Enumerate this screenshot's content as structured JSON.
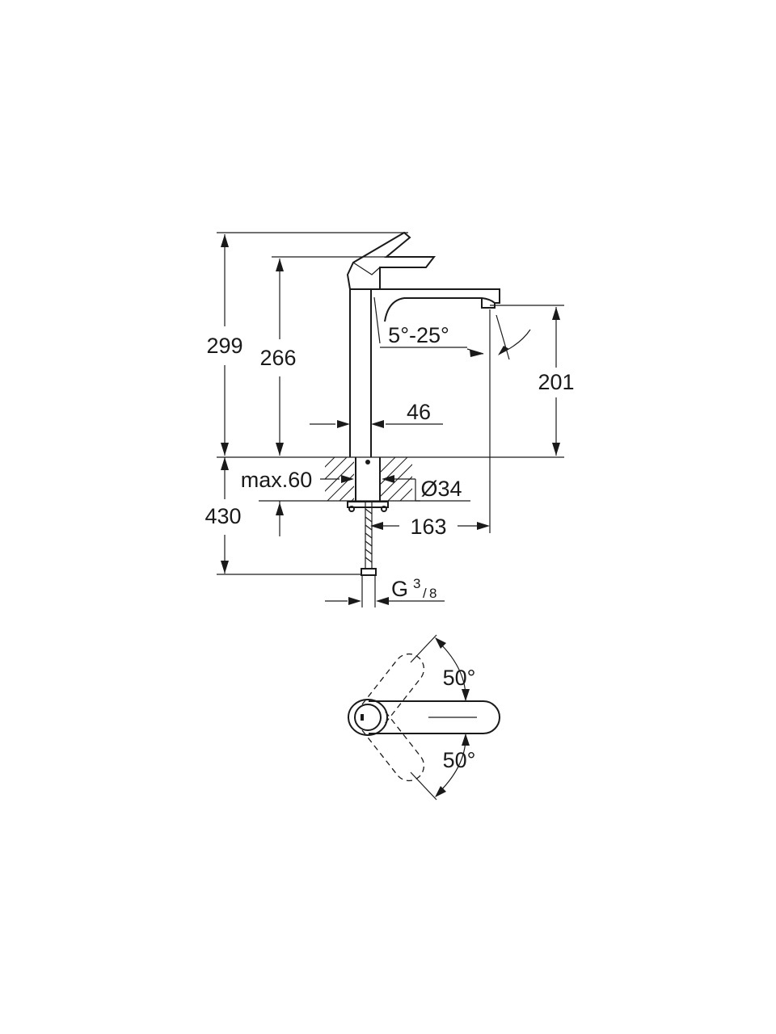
{
  "dimensions": {
    "total_height": "299",
    "body_height": "266",
    "spout_height": "201",
    "body_width": "46",
    "spout_angle": "5°-25°",
    "max_deck_thickness": "max.60",
    "hole_diameter": "Ø34",
    "spout_reach": "163",
    "hose_length": "430",
    "connection_thread": "G",
    "thread_numerator": "3",
    "thread_denominator": "8"
  },
  "lever_rotation": {
    "up_angle": "50°",
    "down_angle": "50°"
  }
}
